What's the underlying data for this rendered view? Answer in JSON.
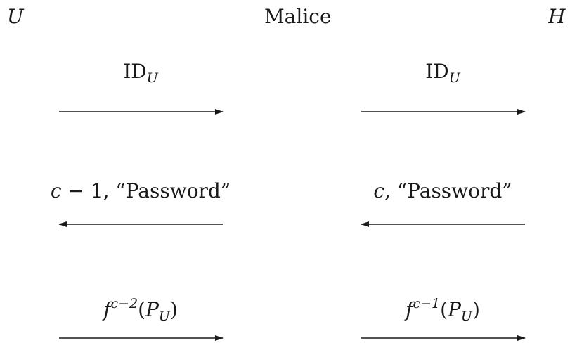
{
  "parties": {
    "left": "U",
    "middle": "Malice",
    "right": "H"
  },
  "messages": [
    {
      "left": {
        "base": "ID",
        "sub": "U"
      },
      "right": {
        "base": "ID",
        "sub": "U"
      },
      "direction": "rightward"
    },
    {
      "left": {
        "var": "c",
        "rest": " − 1, “Password”"
      },
      "right": {
        "var": "c",
        "rest": ", “Password”"
      },
      "direction": "leftward"
    },
    {
      "left": {
        "f": "f",
        "sup": "c−2",
        "open": "(",
        "p": "P",
        "sub": "U",
        "close": ")"
      },
      "right": {
        "f": "f",
        "sup": "c−1",
        "open": "(",
        "p": "P",
        "sub": "U",
        "close": ")"
      },
      "direction": "rightward"
    }
  ]
}
